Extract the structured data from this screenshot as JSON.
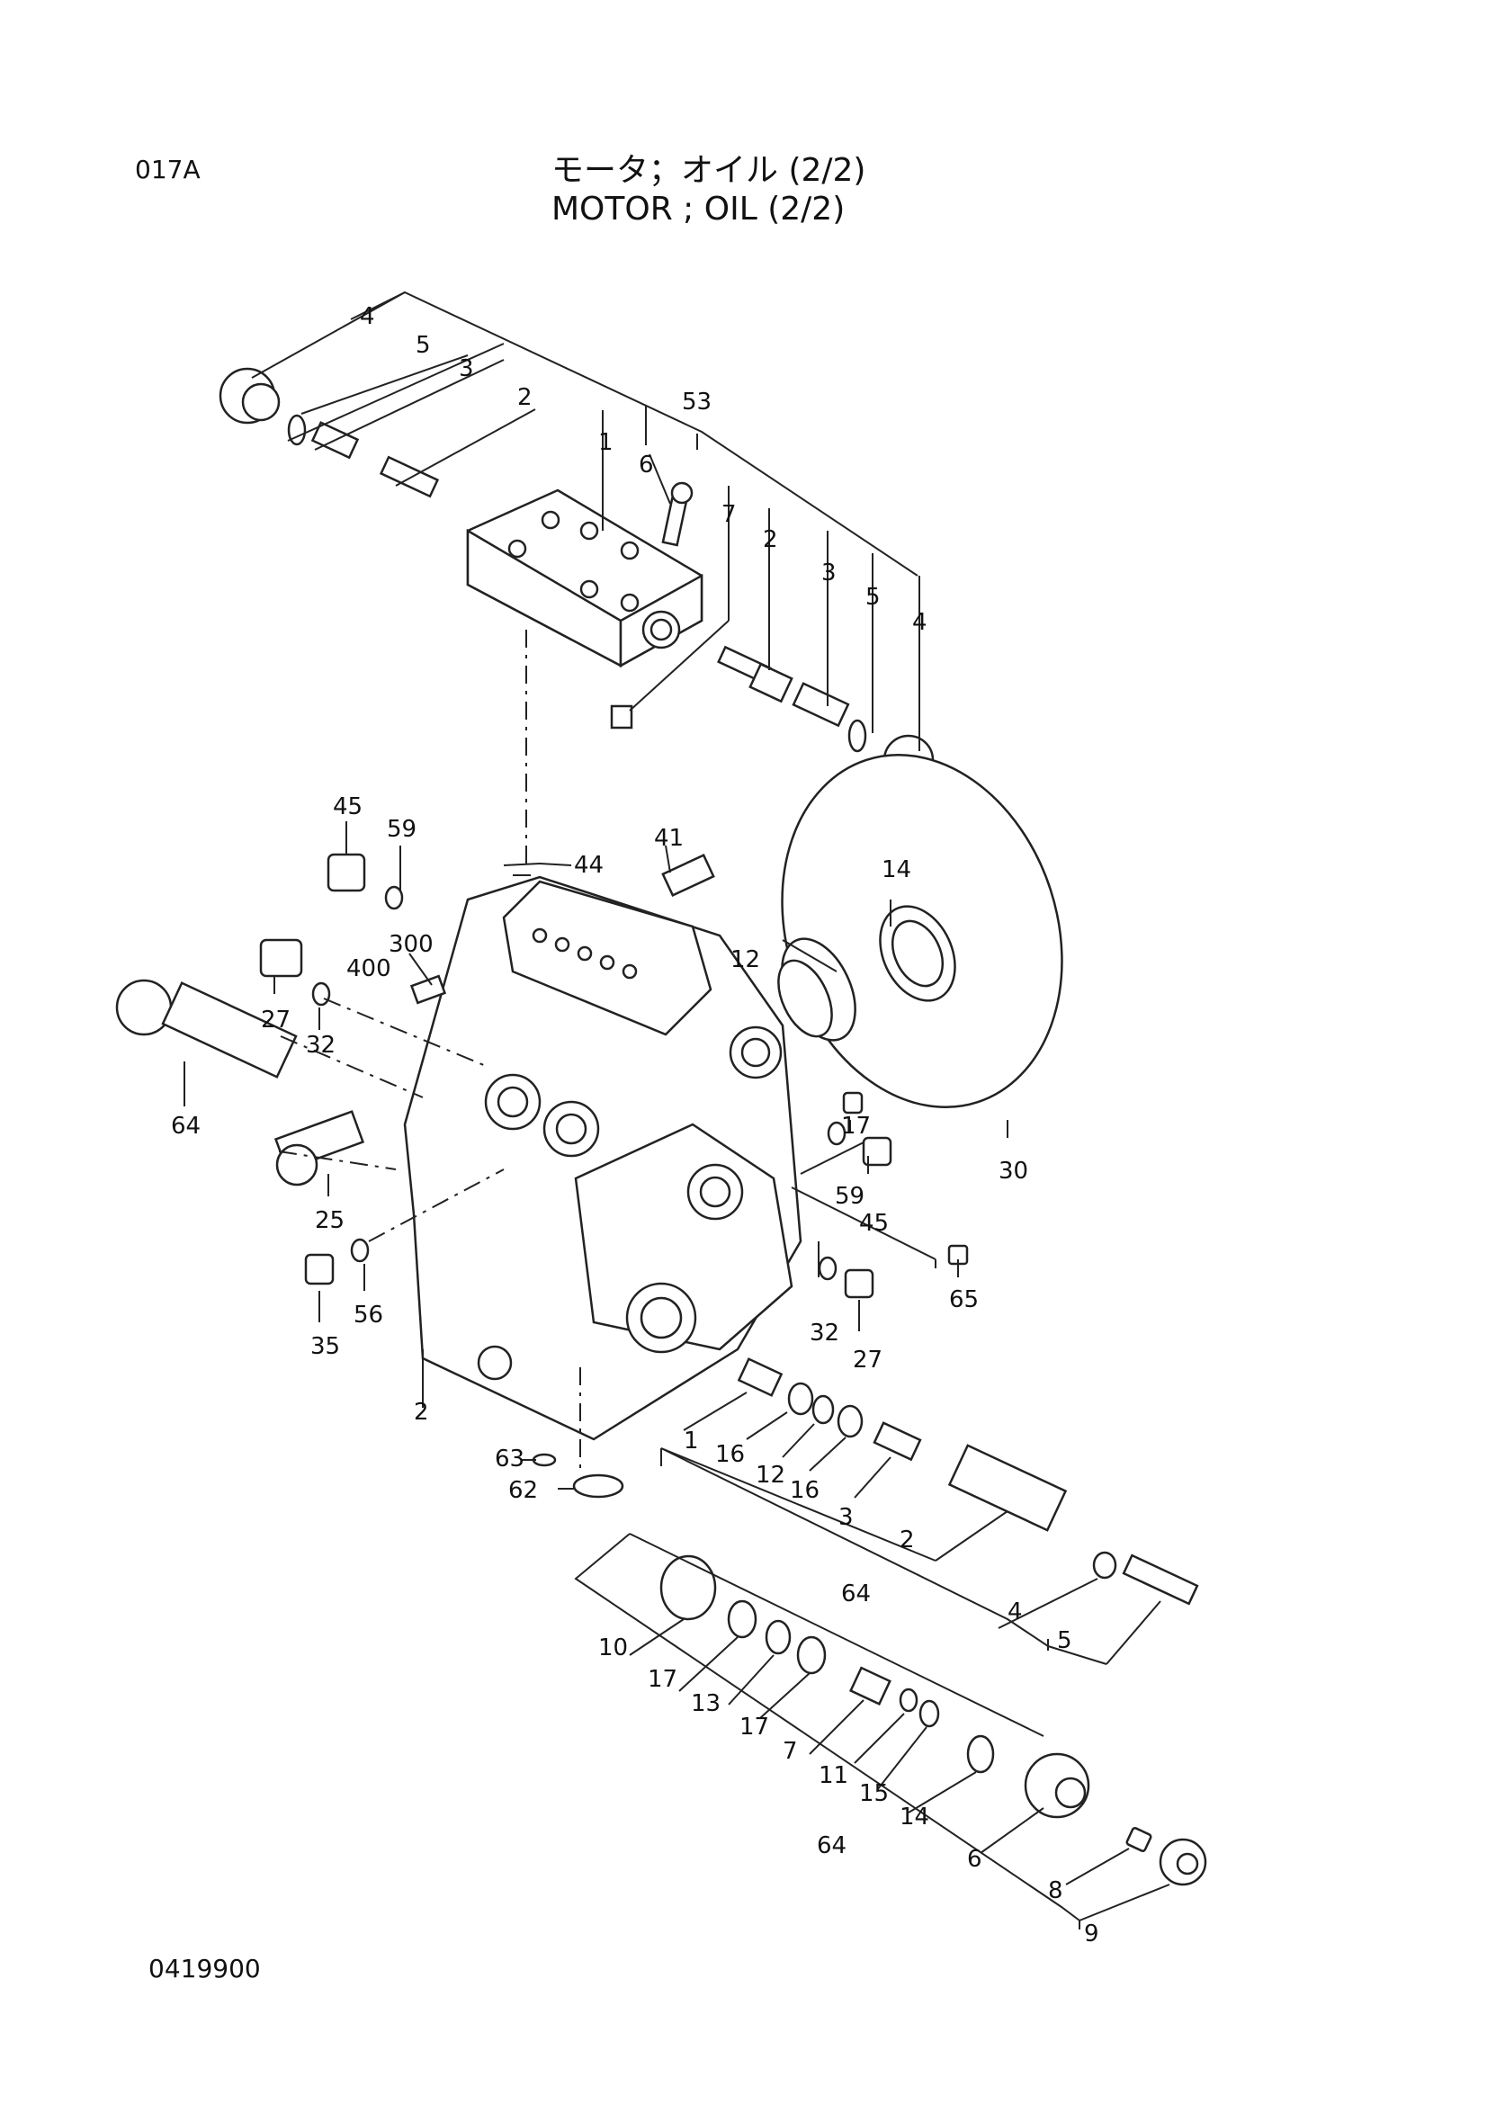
{
  "header": {
    "page_code": "017A",
    "title_jp": "モータ；オイル (2/2)",
    "title_en": "MOTOR ; OIL (2/2)"
  },
  "footer": {
    "doc_number": "0419900"
  },
  "callouts": [
    "4",
    "5",
    "3",
    "2",
    "1",
    "53",
    "6",
    "7",
    "2",
    "3",
    "5",
    "4",
    "45",
    "59",
    "41",
    "44",
    "300",
    "400",
    "14",
    "12",
    "27",
    "32",
    "64",
    "17",
    "30",
    "25",
    "59",
    "45",
    "65",
    "35",
    "56",
    "32",
    "27",
    "2",
    "1",
    "16",
    "12",
    "16",
    "3",
    "2",
    "63",
    "62",
    "64",
    "4",
    "5",
    "10",
    "17",
    "13",
    "17",
    "7",
    "11",
    "15",
    "14",
    "64",
    "6",
    "8",
    "9"
  ]
}
